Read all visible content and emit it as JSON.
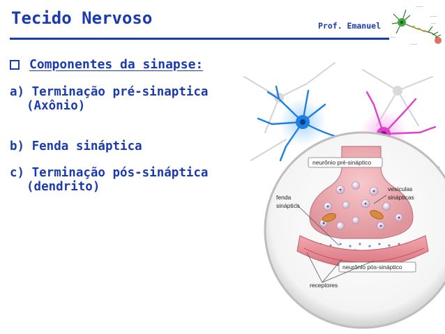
{
  "header": {
    "title": "Tecido Nervoso",
    "author": "Prof. Emanuel"
  },
  "content": {
    "heading": "Componentes da sinapse:",
    "items": [
      {
        "line1": "a) Terminação pré-sinaptica",
        "line2": "(Axônio)"
      },
      {
        "line1": "b) Fenda sináptica",
        "line2": ""
      },
      {
        "line1": "c) Terminação pós-sináptica",
        "line2": "(dendrito)"
      }
    ]
  },
  "figure": {
    "labels": {
      "pre": "neurônio pré-sináptico",
      "fenda1": "fenda",
      "fenda2": "sináptica",
      "vesic1": "vesículas",
      "vesic2": "sinápticas",
      "pos": "neurônio pós-sináptico",
      "receptores": "receptores"
    }
  },
  "colors": {
    "text_blue": "#1a3bb0",
    "neuron_blue": "#1e7fe0",
    "neuron_magenta": "#e040c8",
    "terminal_pink": "#e8a0a6"
  }
}
